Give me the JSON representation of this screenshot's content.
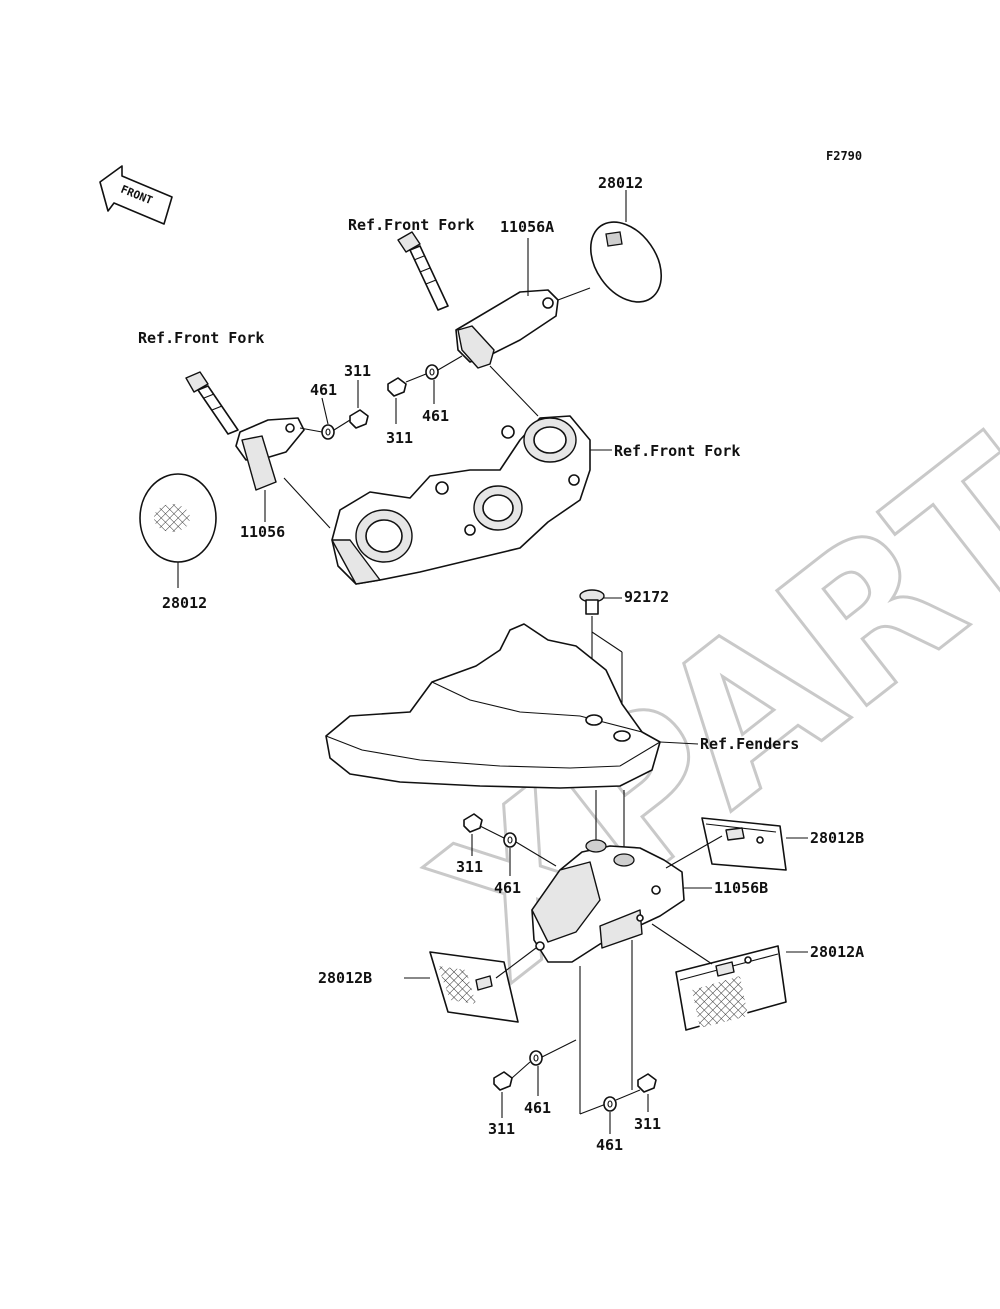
{
  "diagram_code": "F2790",
  "front_arrow": "FRONT",
  "watermark": "XPARTS",
  "labels": {
    "reflector_top": "28012",
    "ref_front_fork_top": "Ref.Front Fork",
    "bracket_11056A": "11056A",
    "ref_front_fork_left": "Ref.Front Fork",
    "nut_311_left": "311",
    "washer_461_left": "461",
    "nut_311_mid": "311",
    "washer_461_mid": "461",
    "ref_front_fork_right": "Ref.Front Fork",
    "bracket_11056": "11056",
    "reflector_left": "28012",
    "screw_92172": "92172",
    "ref_fenders": "Ref.Fenders",
    "nut_311_lower": "311",
    "washer_461_lower": "461",
    "reflector_28012B_right": "28012B",
    "bracket_11056B": "11056B",
    "reflector_28012B_left": "28012B",
    "reflector_28012A": "28012A",
    "nut_311_bottom_left": "311",
    "washer_461_bottom_left": "461",
    "washer_461_bottom_mid": "461",
    "nut_311_bottom_right": "311"
  }
}
